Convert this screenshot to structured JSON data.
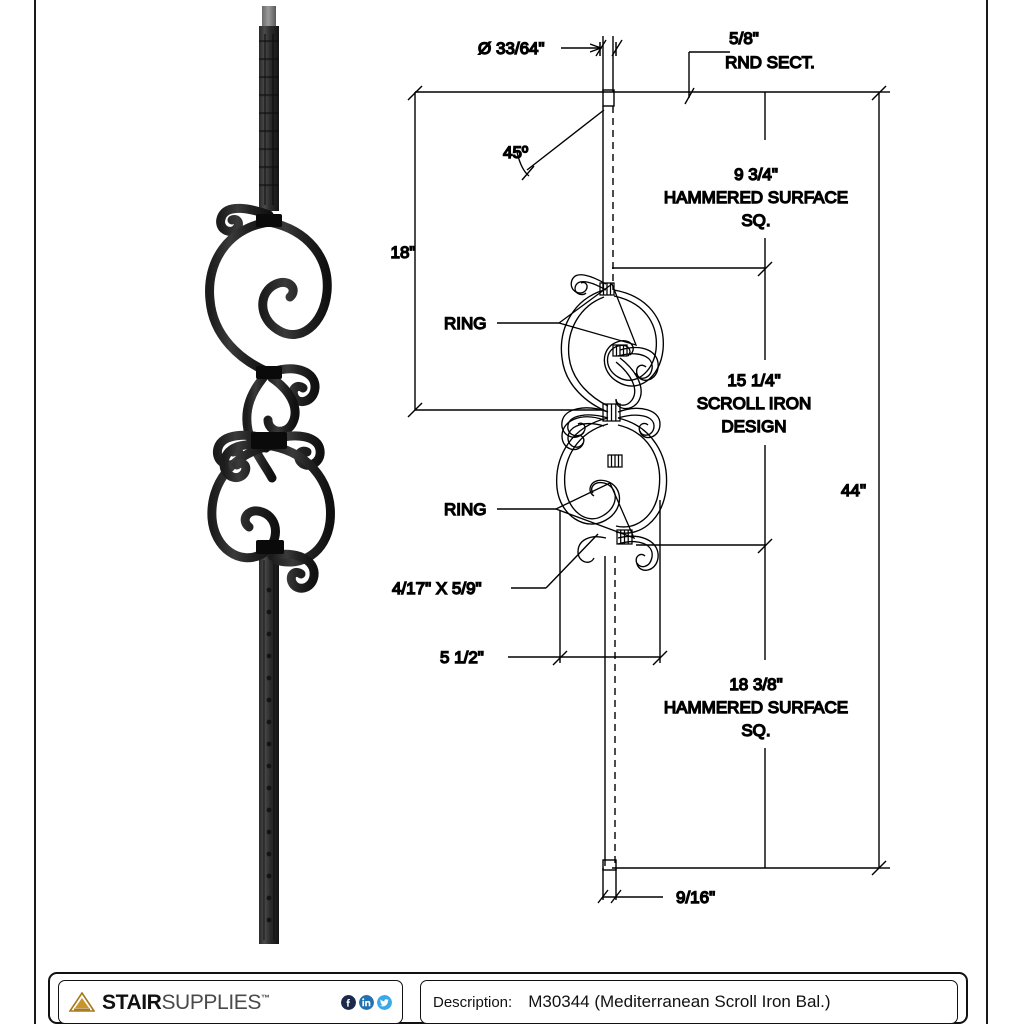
{
  "drawing": {
    "title": "M30344 (Mediterranean Scroll Iron Bal.) technical drawing",
    "dimensions": {
      "dia_top": "Ø 33/64\"",
      "rnd_sect_size": "5/8\"",
      "rnd_sect_label": "RND SECT.",
      "angle": "45º",
      "left_overall": "18\"",
      "upper_hammered_size": "9 3/4\"",
      "upper_hammered_l1": "HAMMERED SURFACE",
      "upper_hammered_l2": "SQ.",
      "scroll_size": "15 1/4\"",
      "scroll_l1": "SCROLL IRON",
      "scroll_l2": "DESIGN",
      "ring_upper": "RING",
      "ring_lower": "RING",
      "ring_section": "4/17\" X 5/9\"",
      "width_dim": "5 1/2\"",
      "lower_hammered_size": "18 3/8\"",
      "lower_hammered_l1": "HAMMERED SURFACE",
      "lower_hammered_l2": "SQ.",
      "bottom_width": "9/16\"",
      "overall_height": "44\""
    }
  },
  "titleblock": {
    "logo": {
      "word_bold": "STAIR",
      "word_light": "SUPPLIES",
      "trademark": "™",
      "triangle_color": "#b8860b",
      "social": [
        {
          "name": "facebook-icon",
          "color": "#1b2a4a",
          "glyph": "f"
        },
        {
          "name": "linkedin-icon",
          "color": "#2272b0",
          "glyph": "in"
        },
        {
          "name": "twitter-icon",
          "color": "#3ba9e8",
          "glyph": "t"
        }
      ]
    },
    "description_label": "Description:",
    "description_value": "M30344 (Mediterranean Scroll Iron Bal.)"
  }
}
